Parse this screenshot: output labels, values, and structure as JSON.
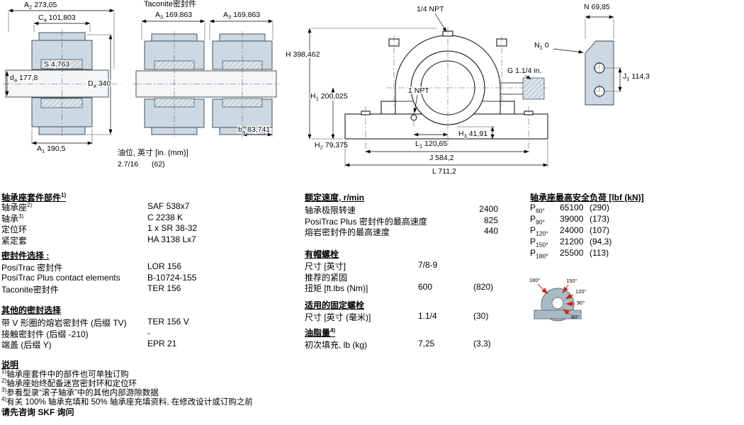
{
  "drawing": {
    "taconite_label": "Taconite密封件",
    "oil": {
      "label": "油位, 英寸 [in. (mm)]",
      "value_in": "2.7/16",
      "value_mm": "(62)"
    },
    "dims": {
      "a2": {
        "b": "A",
        "s": "2",
        "v": "273,05"
      },
      "ca": {
        "b": "C",
        "s": "a",
        "v": "101,803"
      },
      "s": "S 4,763",
      "da": {
        "b": "d",
        "s": "a",
        "v": "177,8"
      },
      "Da": {
        "b": "D",
        "s": "a",
        "v": "340"
      },
      "a1": {
        "b": "A",
        "s": "1",
        "v": "190,5"
      },
      "a3_left": {
        "b": "A",
        "s": "3",
        "v": "169,863"
      },
      "a3_right": {
        "b": "A",
        "s": "3",
        "v": "169,863"
      },
      "ba": {
        "b": "b",
        "s": "a",
        "v": "83,741"
      },
      "npt_quarter": "1/4 NPT",
      "npt_one": "1 NPT",
      "h": "H 398,462",
      "h1": {
        "b": "H",
        "s": "1",
        "v": "200,025"
      },
      "h2": {
        "b": "H",
        "s": "2",
        "v": "79,375"
      },
      "h3": {
        "b": "H",
        "s": "3",
        "v": "41,91"
      },
      "l1": {
        "b": "L",
        "s": "1",
        "v": "120,65"
      },
      "g": "G 1.1/4 in.",
      "j": "J 584,2",
      "l": "L 711,2",
      "n": "N 69,85",
      "n1": {
        "b": "N",
        "s": "1",
        "v": "0"
      },
      "j1": {
        "b": "J",
        "s": "1",
        "v": "114,3"
      }
    }
  },
  "parts": {
    "title": "轴承座套件部件",
    "title_sup": "1)",
    "rows": [
      {
        "label": "轴承座",
        "sup": "2)",
        "value": "SAF 538x7"
      },
      {
        "label": "轴承",
        "sup": "3)",
        "value": "C 2238 K"
      },
      {
        "label": "定位环",
        "sup": "",
        "value": "1 x SR 38-32"
      },
      {
        "label": "紧定套",
        "sup": "",
        "value": "HA 3138 Lx7"
      }
    ]
  },
  "seal_selection": {
    "title": "密封件选择 :",
    "rows": [
      {
        "label": "PosiTrac 密封件",
        "value": "LOR 156"
      },
      {
        "label": "PosiTrac Plus contact elements",
        "value": "B-10724-155"
      },
      {
        "label": "Taconite密封件",
        "value": "TER 156"
      }
    ]
  },
  "other_seals": {
    "title": "其他的密封选择",
    "rows": [
      {
        "label": "带 V 形圈的熔岩密封件 (后缀 TV)",
        "value": "TER 156 V"
      },
      {
        "label": "接触密封件 (后缀 -210)",
        "value": "-"
      },
      {
        "label": "端盖 (后缀 Y)",
        "value": "EPR 21"
      }
    ]
  },
  "speeds": {
    "title": "额定速度, r/min",
    "rows": [
      {
        "label": "轴承极限转速",
        "value": "2400"
      },
      {
        "label": "PosiTrac Plus 密封件的最高速度",
        "value": "825"
      },
      {
        "label": "熔岩密封件的最高速度",
        "value": "440"
      }
    ]
  },
  "cap_bolts": {
    "title": "有帽螺栓",
    "rows": [
      {
        "label": "尺寸 [英寸]",
        "value": "7/8-9",
        "value2": ""
      },
      {
        "label": "推荐的紧固",
        "value": "",
        "value2": ""
      },
      {
        "label": "扭矩 [ft.lbs (Nm)]",
        "value": "600",
        "value2": "(820)"
      }
    ]
  },
  "fixing_bolts": {
    "title": "适用的固定螺栓",
    "rows": [
      {
        "label": "尺寸 [英寸 (毫米)]",
        "value": "1.1/4",
        "value2": "(30)"
      }
    ]
  },
  "grease": {
    "title": "油脂量",
    "title_sup": "4)",
    "rows": [
      {
        "label": "初次填充, lb (kg)",
        "value": "7,25",
        "value2": "(3,3)"
      }
    ]
  },
  "loads": {
    "title": "轴承座最高安全负荷 [lbf (kN)]",
    "rows": [
      {
        "base": "P",
        "sub": "60°",
        "value": "65100",
        "value2": "(290)"
      },
      {
        "base": "P",
        "sub": "90°",
        "value": "39000",
        "value2": "(173)"
      },
      {
        "base": "P",
        "sub": "120°",
        "value": "24000",
        "value2": "(107)"
      },
      {
        "base": "P",
        "sub": "150°",
        "value": "21200",
        "value2": "(94,3)"
      },
      {
        "base": "P",
        "sub": "180°",
        "value": "25500",
        "value2": "(113)"
      }
    ],
    "diagram_angles": [
      "180°",
      "150°",
      "120°",
      "90°",
      "60°"
    ]
  },
  "notes": {
    "title": "说明",
    "items": [
      {
        "sup": "1)",
        "text": "轴承座套件中的部件也可单独订购"
      },
      {
        "sup": "2)",
        "text": "轴承座始终配备迷宫密封环和定位环"
      },
      {
        "sup": "3)",
        "text": "参看型录“滚子轴承”中的其他内部游隙数据"
      },
      {
        "sup": "4)",
        "text": "有关 100% 轴承充填和 50% 轴承座充填资料, 在修改设计或订购之前"
      }
    ],
    "footer": "请先咨询 SKF 询问"
  }
}
